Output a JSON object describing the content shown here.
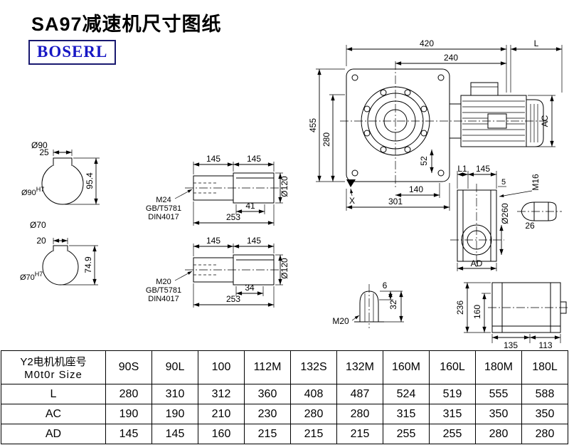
{
  "page": {
    "title": "SA97减速机尺寸图纸",
    "logo": "BOSERL"
  },
  "sec90": {
    "dia": "Ø90",
    "key": "25",
    "height": "95.4",
    "bore": "Ø90",
    "fit": "H7"
  },
  "sec70": {
    "dia": "Ø70",
    "key": "20",
    "height": "74.9",
    "bore": "Ø70",
    "fit": "H7"
  },
  "shaft1": {
    "seg1": "145",
    "seg2": "145",
    "dia": "Ø120",
    "thread": "M24",
    "std1": "GB/T5781",
    "std2": "DIN4017",
    "keylen": "41",
    "total": "253"
  },
  "shaft2": {
    "seg1": "145",
    "seg2": "145",
    "dia": "Ø120",
    "thread": "M20",
    "std1": "GB/T5781",
    "std2": "DIN4017",
    "keylen": "34",
    "total": "253"
  },
  "main": {
    "dim420": "420",
    "dim240": "240",
    "dimL": "L",
    "dim455": "455",
    "dim280": "280",
    "dimAC": "AC",
    "dim52": "52",
    "dim140": "140",
    "dim301": "301",
    "dimX": "X"
  },
  "side": {
    "dimL1": "L1",
    "dim145": "145",
    "dim5": "5",
    "dimM16": "M16",
    "dia260": "Ø260",
    "dim26": "26",
    "dimAD": "AD"
  },
  "plug": {
    "thread": "M20",
    "dim6": "6",
    "dim32": "32"
  },
  "rear": {
    "dim236": "236",
    "dim160": "160",
    "dim135": "135",
    "dim113": "113"
  },
  "table": {
    "header_line1": "Y2电机机座号",
    "header_line2": "M0t0r Size",
    "columns": [
      "90S",
      "90L",
      "100",
      "112M",
      "132S",
      "132M",
      "160M",
      "160L",
      "180M",
      "180L"
    ],
    "rows": [
      {
        "label": "L",
        "values": [
          "280",
          "310",
          "312",
          "360",
          "408",
          "487",
          "524",
          "519",
          "555",
          "588"
        ]
      },
      {
        "label": "AC",
        "values": [
          "190",
          "190",
          "210",
          "230",
          "280",
          "280",
          "315",
          "315",
          "350",
          "350"
        ]
      },
      {
        "label": "AD",
        "values": [
          "145",
          "145",
          "160",
          "215",
          "215",
          "215",
          "255",
          "255",
          "280",
          "280"
        ]
      }
    ]
  }
}
